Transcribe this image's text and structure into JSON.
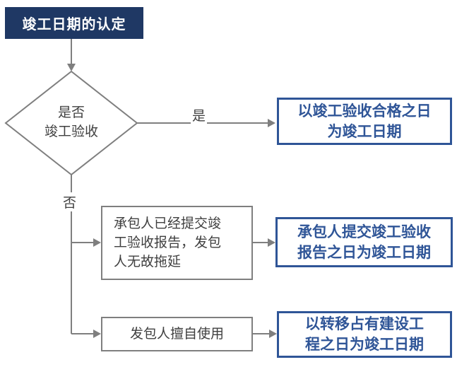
{
  "title": "竣工日期的认定",
  "decision": {
    "label": "是否\n竣工验收",
    "yes": "是",
    "no": "否"
  },
  "conditions": {
    "report": "承包人已经提交竣\n工验收报告，发包\n人无故拖延",
    "use": "发包人擅自使用"
  },
  "results": {
    "pass": "以竣工验收合格之日\n为竣工日期",
    "report": "承包人提交竣工验收\n报告之日为竣工日期",
    "use": "以转移占有建设工\n程之日为竣工日期"
  },
  "colors": {
    "title_bg": "#1F3864",
    "accent_blue": "#2F5597",
    "line_gray": "#7F7F7F",
    "text_dark": "#404040"
  }
}
